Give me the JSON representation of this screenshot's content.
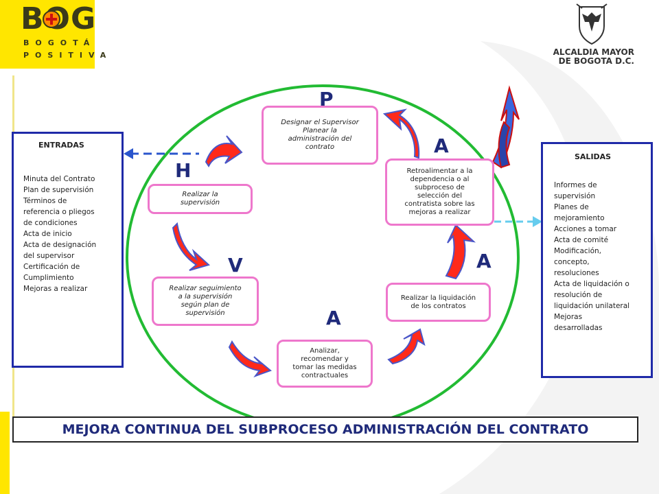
{
  "logos": {
    "bog_text": "BOG",
    "bogota_text": "BOGOTÁ",
    "positiva_text": "POSITIVA",
    "alcaldia_line1": "ALCALDIA MAYOR",
    "alcaldia_line2": "DE BOGOTA D.C."
  },
  "colors": {
    "circle": "#22bb33",
    "box_border": "#ee77cc",
    "panel_border": "#1f2aa8",
    "arrow_fill": "#ff2a1a",
    "arrow_outline": "#4a56c8",
    "letter": "#1f2a7a",
    "dash": "#2a55cc",
    "dash_light": "#66ccee",
    "logo_yellow": "#ffe600"
  },
  "cycle": {
    "p": {
      "letter": "P",
      "line1": "Designar el Supervisor",
      "line2": "Planear la",
      "line3": "administración del",
      "line4": "contrato"
    },
    "h": {
      "letter": "H",
      "line1": "Realizar la",
      "line2": "supervisión"
    },
    "v": {
      "letter": "V",
      "line1": "Realizar seguimiento",
      "line2": "a la supervisión",
      "line3": "según plan de",
      "line4": "supervisión"
    },
    "a1": {
      "letter": "A",
      "line1": "Analizar,",
      "line2": "recomendar y",
      "line3": "tomar las medidas",
      "line4": "contractuales"
    },
    "a2": {
      "letter": "A",
      "line1": "Realizar la liquidación",
      "line2": "de los contratos"
    },
    "a3": {
      "letter": "A",
      "line1": "Retroalimentar a la",
      "line2": "dependencia o al",
      "line3": "subproceso de",
      "line4": "selección del",
      "line5": "contratista sobre las",
      "line6": "mejoras a realizar"
    }
  },
  "entradas": {
    "title": "ENTRADAS",
    "lines": [
      "Minuta del Contrato",
      "Plan de supervisión",
      "Términos de",
      "referencia o pliegos",
      "de condiciones",
      "Acta de inicio",
      "Acta de designación",
      "del supervisor",
      "Certificación de",
      "Cumplimiento",
      "Mejoras a realizar"
    ]
  },
  "salidas": {
    "title": "SALIDAS",
    "lines": [
      "Informes de",
      "supervisión",
      "Planes de",
      "mejoramiento",
      "Acciones a tomar",
      "Acta de comité",
      "Modificación,",
      "concepto,",
      "resoluciones",
      "Acta de liquidación o",
      "resolución de",
      "liquidación unilateral",
      "Mejoras",
      "desarrolladas"
    ]
  },
  "banner": "MEJORA CONTINUA DEL SUBPROCESO ADMINISTRACIÓN DEL CONTRATO"
}
